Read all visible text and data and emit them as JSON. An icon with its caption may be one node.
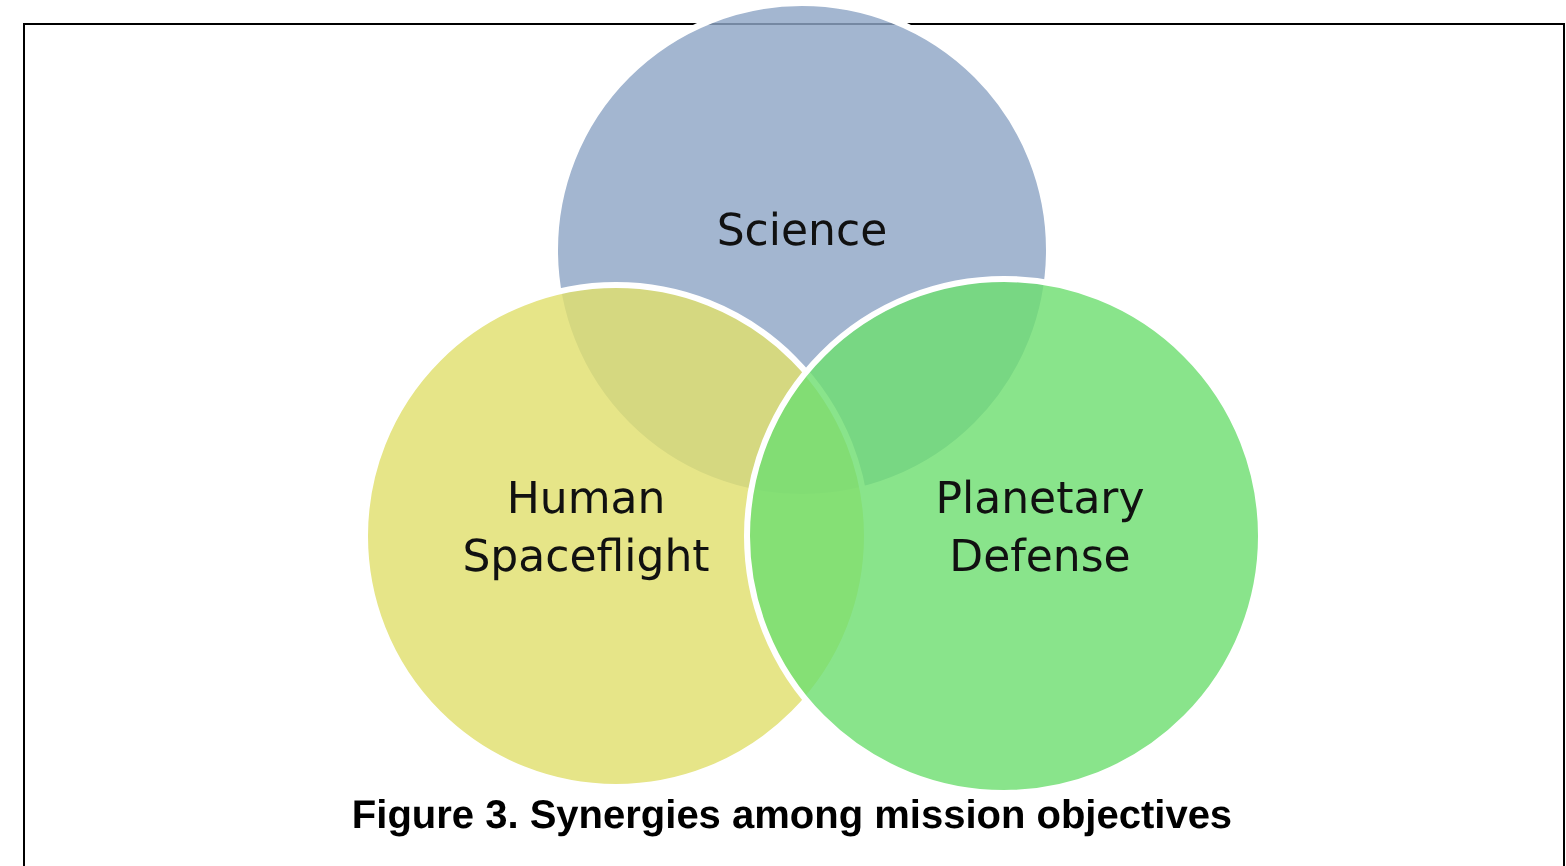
{
  "diagram": {
    "caption": "Figure 3. Synergies among mission objectives",
    "nodes": [
      {
        "text": [
          "Science"
        ]
      },
      {
        "text": [
          "Human Spaceflight"
        ]
      },
      {
        "text": [
          "Planetary Defense"
        ]
      }
    ]
  }
}
